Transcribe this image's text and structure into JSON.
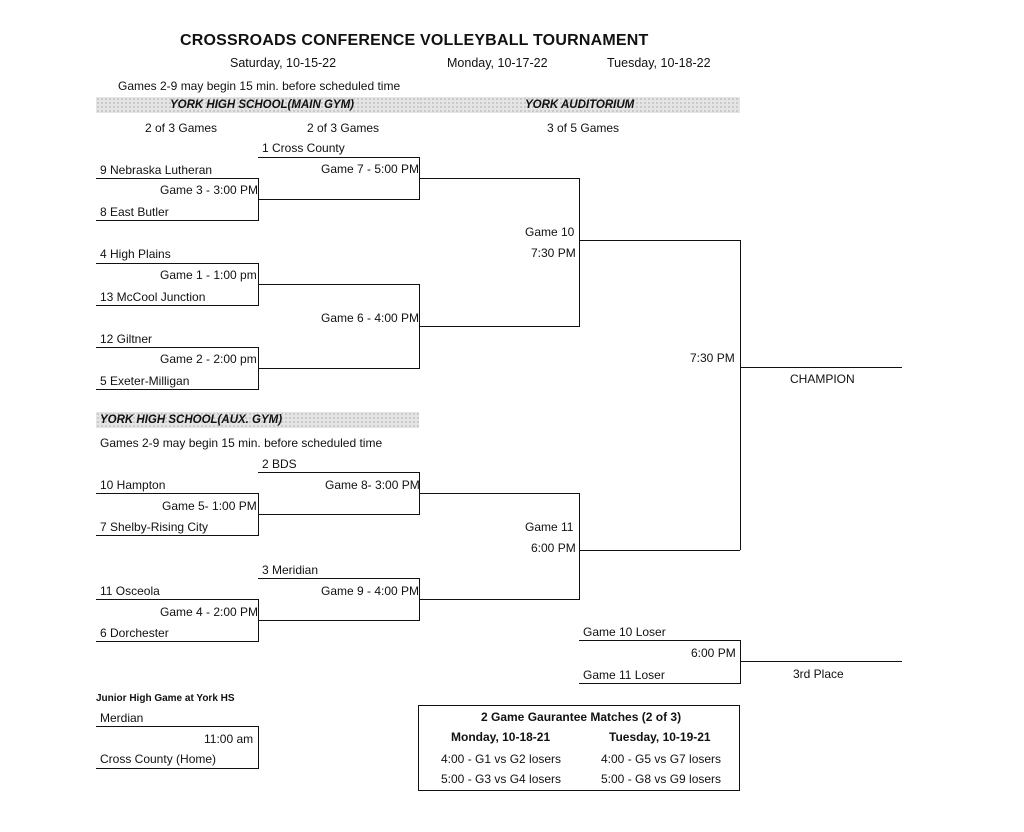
{
  "title": "CROSSROADS CONFERENCE VOLLEYBALL TOURNAMENT",
  "dates": {
    "saturday": "Saturday, 10-15-22",
    "monday": "Monday, 10-17-22",
    "tuesday": "Tuesday, 10-18-22"
  },
  "early_note": "Games 2-9 may begin 15 min. before scheduled time",
  "venues": {
    "main_gym": "YORK HIGH SCHOOL(MAIN GYM)",
    "auditorium": "YORK AUDITORIUM",
    "aux_gym": "YORK HIGH SCHOOL(AUX. GYM)"
  },
  "formats": {
    "round1": "2 of 3 Games",
    "round2": "2 of 3 Games",
    "semis": "3 of 5 Games"
  },
  "teams": {
    "nebraska_lutheran": "9 Nebraska Lutheran",
    "east_butler": "8 East Butler",
    "high_plains": "4 High Plains",
    "mccool_junction": "13 McCool Junction",
    "giltner": "12 Giltner",
    "exeter_milligan": "5 Exeter-Milligan",
    "cross_county": "1 Cross County",
    "hampton": "10 Hampton",
    "shelby_rising_city": "7 Shelby-Rising City",
    "osceola": "11 Osceola",
    "dorchester": "6 Dorchester",
    "bds": "2 BDS",
    "meridian": "3 Meridian"
  },
  "games": {
    "g1": "Game 1 - 1:00 pm",
    "g2": "Game 2 - 2:00 pm",
    "g3": "Game 3 - 3:00 PM",
    "g4": "Game 4 - 2:00 PM",
    "g5": "Game 5- 1:00 PM",
    "g6": "Game 6 - 4:00 PM",
    "g7": "Game 7 - 5:00 PM",
    "g8": "Game 8- 3:00 PM",
    "g9": "Game 9 - 4:00 PM",
    "g10_label": "Game 10",
    "g10_time": "7:30 PM",
    "g11_label": "Game 11",
    "g11_time": "6:00 PM",
    "final_time": "7:30 PM",
    "champion": "CHAMPION",
    "g10_loser": "Game 10 Loser",
    "g11_loser": "Game 11 Loser",
    "third_time": "6:00 PM",
    "third_place": "3rd Place"
  },
  "junior_high": {
    "heading": "Junior High Game at York HS",
    "team1": "Merdian",
    "time": "11:00 am",
    "team2": "Cross County (Home)"
  },
  "guarantee": {
    "heading": "2 Game Gaurantee Matches (2 of 3)",
    "day1": "Monday, 10-18-21",
    "day2": "Tuesday, 10-19-21",
    "d1_row1": "4:00 - G1 vs G2 losers",
    "d1_row2": "5:00 - G3 vs G4 losers",
    "d2_row1": "4:00 - G5 vs G7 losers",
    "d2_row2": "5:00 - G8 vs G9 losers"
  }
}
